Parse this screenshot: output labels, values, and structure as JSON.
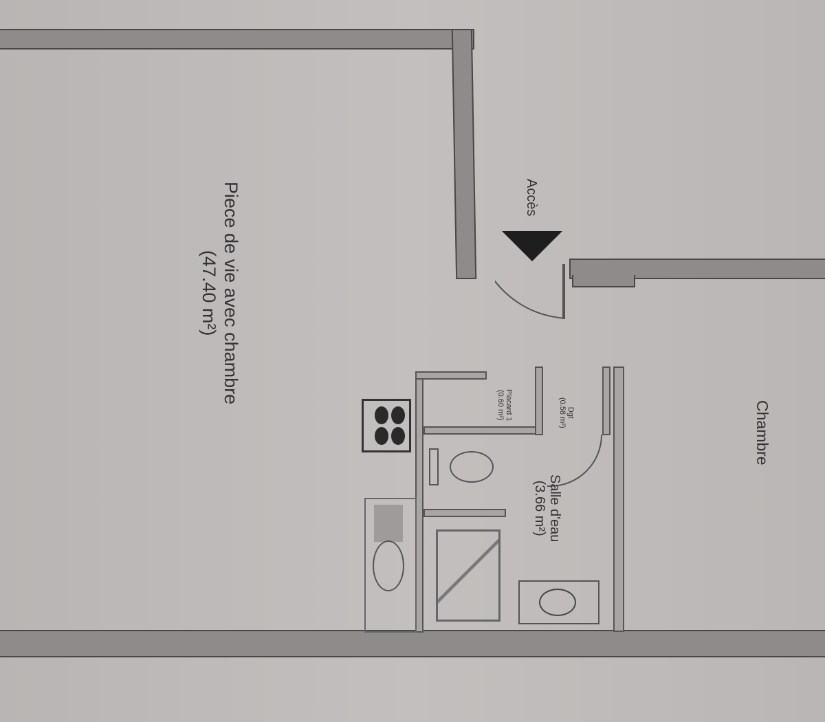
{
  "plan": {
    "rooms": [
      {
        "id": "living",
        "name": "Piece de vie avec chambre",
        "area": "(47.40 m²)"
      },
      {
        "id": "bedroom",
        "name": "Chambre"
      },
      {
        "id": "bathroom",
        "name": "Salle d'eau",
        "area": "(3.66 m²)"
      },
      {
        "id": "closet",
        "name": "Placard 1",
        "area": "(0.60 m²)"
      },
      {
        "id": "hall",
        "name": "Dgt",
        "area": "(0.58 m²)"
      }
    ],
    "entrance": {
      "label": "Accès",
      "icon": "arrow-down-icon"
    },
    "fixtures": [
      "cooktop-icon",
      "sink-icon",
      "toilet-icon",
      "shower-icon",
      "washbasin-icon"
    ],
    "colors": {
      "paper": "#bcb8b7",
      "wall": "#8f8b8a",
      "outline": "#4a4747"
    }
  }
}
